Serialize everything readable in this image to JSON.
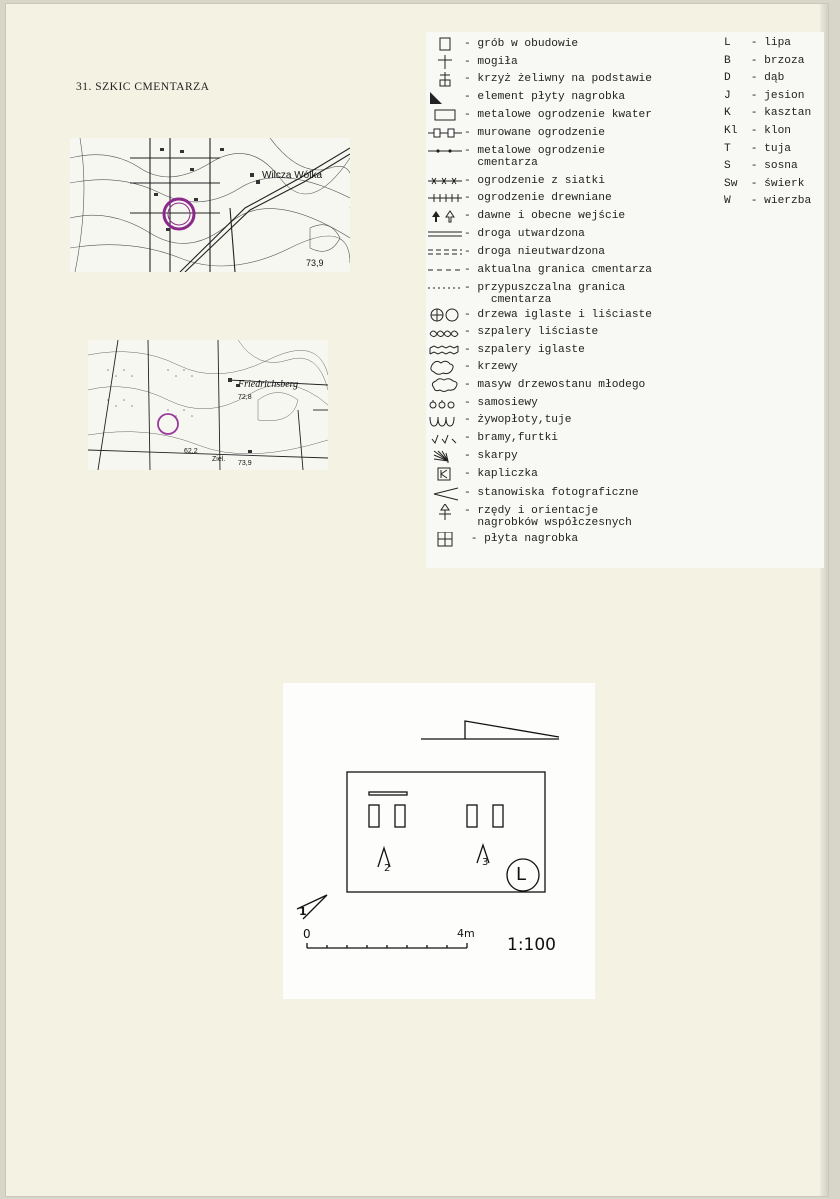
{
  "title": "31. SZKIC CMENTARZA",
  "map1": {
    "place": "Wilcza Wólka",
    "elevation": "73,9"
  },
  "map2": {
    "place": "Friedrichsberg",
    "elevation1": "72,8",
    "elevation2": "73,9",
    "elevation3": "62,2",
    "label": "Ziel."
  },
  "legend": [
    {
      "icon": "grave-box-icon",
      "text": "- grób w obudowie"
    },
    {
      "icon": "cross-icon",
      "text": "- mogiła"
    },
    {
      "icon": "iron-cross-icon",
      "text": "- krzyż żeliwny na podstawie"
    },
    {
      "icon": "triangle-icon",
      "text": "- element płyty nagrobka"
    },
    {
      "icon": "rect-icon",
      "text": "- metalowe ogrodzenie kwater"
    },
    {
      "icon": "wall-icon",
      "text": "- murowane ogrodzenie"
    },
    {
      "icon": "dotline-icon",
      "text": "- metalowe ogrodzenie\n  cmentarza"
    },
    {
      "icon": "xline-icon",
      "text": "- ogrodzenie z siatki"
    },
    {
      "icon": "hatchline-icon",
      "text": "- ogrodzenie drewniane"
    },
    {
      "icon": "arrows-icon",
      "text": "- dawne i obecne wejście"
    },
    {
      "icon": "double-line-icon",
      "text": "- droga utwardzona"
    },
    {
      "icon": "dashed-double-icon",
      "text": "- droga nieutwardzona"
    },
    {
      "icon": "dash-icon",
      "text": "- aktualna granica cmentarza"
    },
    {
      "icon": "dotted-icon",
      "text": "- przypuszczalna granica\n    cmentarza"
    },
    {
      "icon": "trees-icon",
      "text": "- drzewa iglaste i liściaste"
    },
    {
      "icon": "cloud-row-icon",
      "text": "- szpalery liściaste"
    },
    {
      "icon": "zigzag-row-icon",
      "text": "- szpalery iglaste"
    },
    {
      "icon": "shrub-icon",
      "text": "- krzewy"
    },
    {
      "icon": "cloud-icon",
      "text": "- masyw drzewostanu młodego"
    },
    {
      "icon": "circles-icon",
      "text": "- samosiewy"
    },
    {
      "icon": "wave-icon",
      "text": "- żywopłoty,tuje"
    },
    {
      "icon": "gate-icon",
      "text": "- bramy,furtki"
    },
    {
      "icon": "slope-icon",
      "text": "- skarpy"
    },
    {
      "icon": "chapel-icon",
      "text": "- kapliczka"
    },
    {
      "icon": "angle-icon",
      "text": "- stanowiska fotograficzne"
    },
    {
      "icon": "orientation-icon",
      "text": "- rzędy i orientacje\n  nagrobków współczesnych"
    },
    {
      "icon": "slab-icon",
      "text": " - płyta nagrobka"
    }
  ],
  "trees": [
    {
      "abbr": "L",
      "name": "lipa"
    },
    {
      "abbr": "B",
      "name": "brzoza"
    },
    {
      "abbr": "D",
      "name": "dąb"
    },
    {
      "abbr": "J",
      "name": "jesion"
    },
    {
      "abbr": "K",
      "name": "kasztan"
    },
    {
      "abbr": "Kl",
      "name": "klon"
    },
    {
      "abbr": "T",
      "name": "tuja"
    },
    {
      "abbr": "S",
      "name": "sosna"
    },
    {
      "abbr": "Sw",
      "name": "świerk"
    },
    {
      "abbr": "W",
      "name": "wierzba"
    }
  ],
  "sketch": {
    "photo2": "2",
    "photo3": "3",
    "photo1": "1",
    "tree": "L",
    "scale_start": "0",
    "scale_end": "4m",
    "scale_ratio": "1:100"
  }
}
